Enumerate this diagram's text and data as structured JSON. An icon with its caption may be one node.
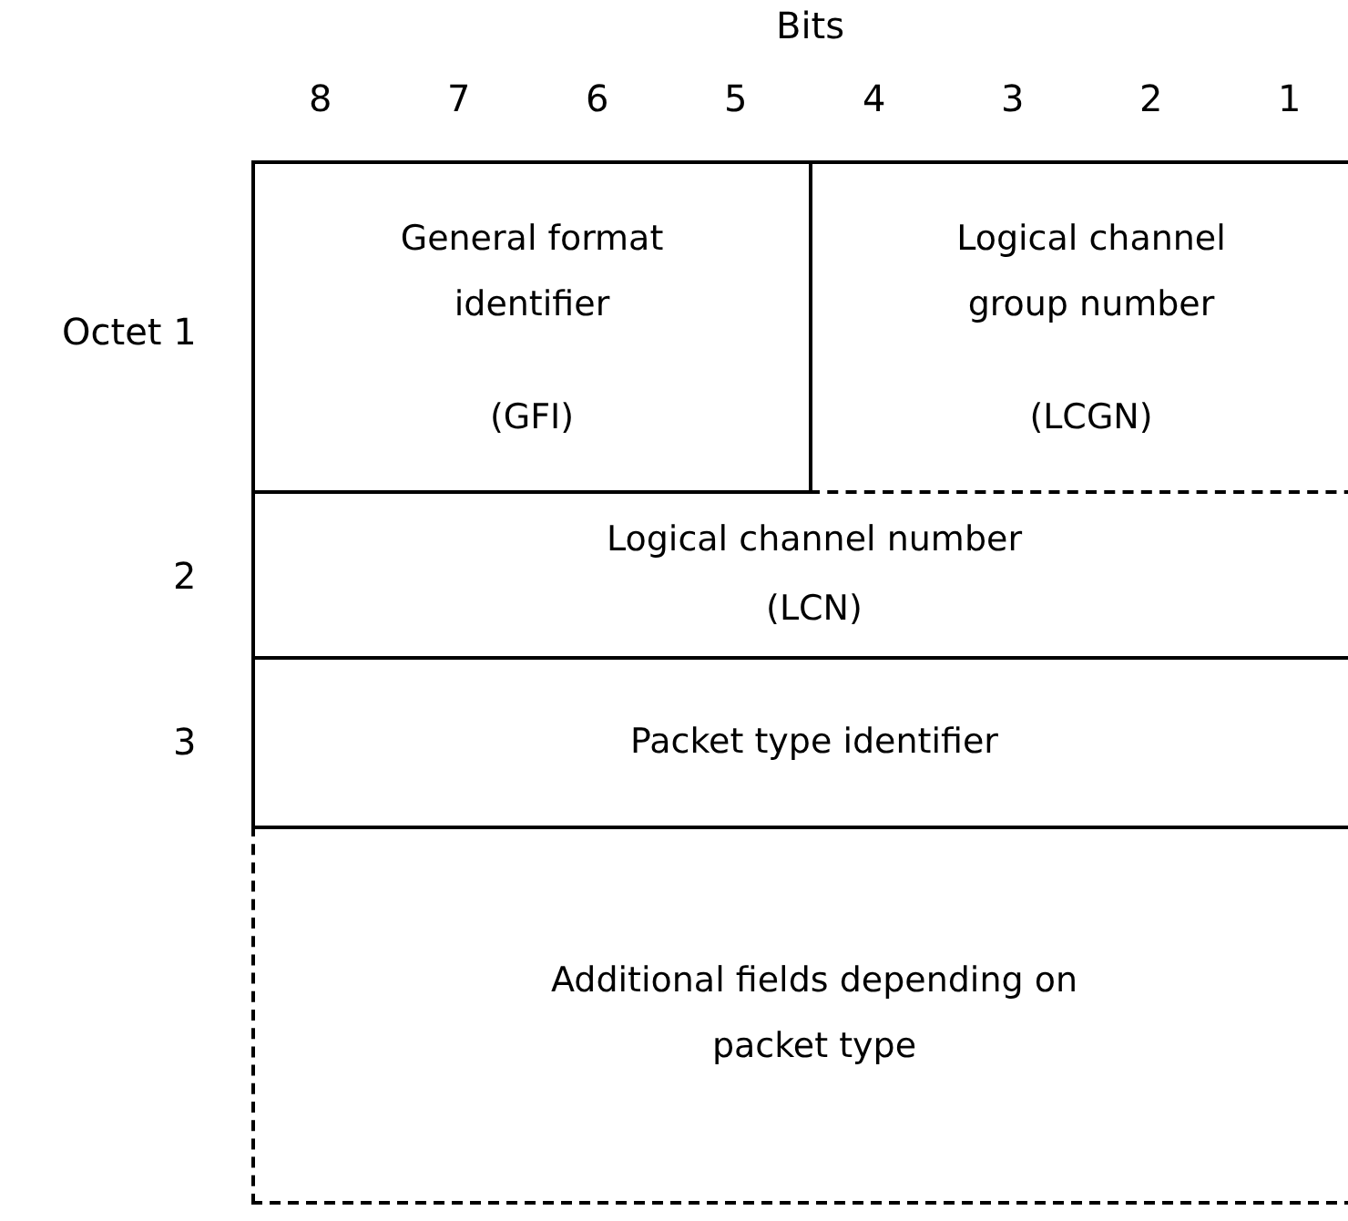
{
  "diagram": {
    "nodes": [
      {
        "text": [
          "General format identifier",
          "(GFI)"
        ]
      },
      {
        "text": [
          "Logical channel group number",
          "(LCGN)"
        ]
      },
      {
        "text": [
          "Logical channel number",
          "(LCN)"
        ]
      },
      {
        "text": [
          "Packet type identifier"
        ]
      },
      {
        "text": [
          "Additional fields depending on packet type"
        ]
      }
    ],
    "labels": [
      "Bits",
      "8",
      "7",
      "6",
      "5",
      "4",
      "3",
      "2",
      "1",
      "Octet 1",
      "2",
      "3"
    ]
  }
}
